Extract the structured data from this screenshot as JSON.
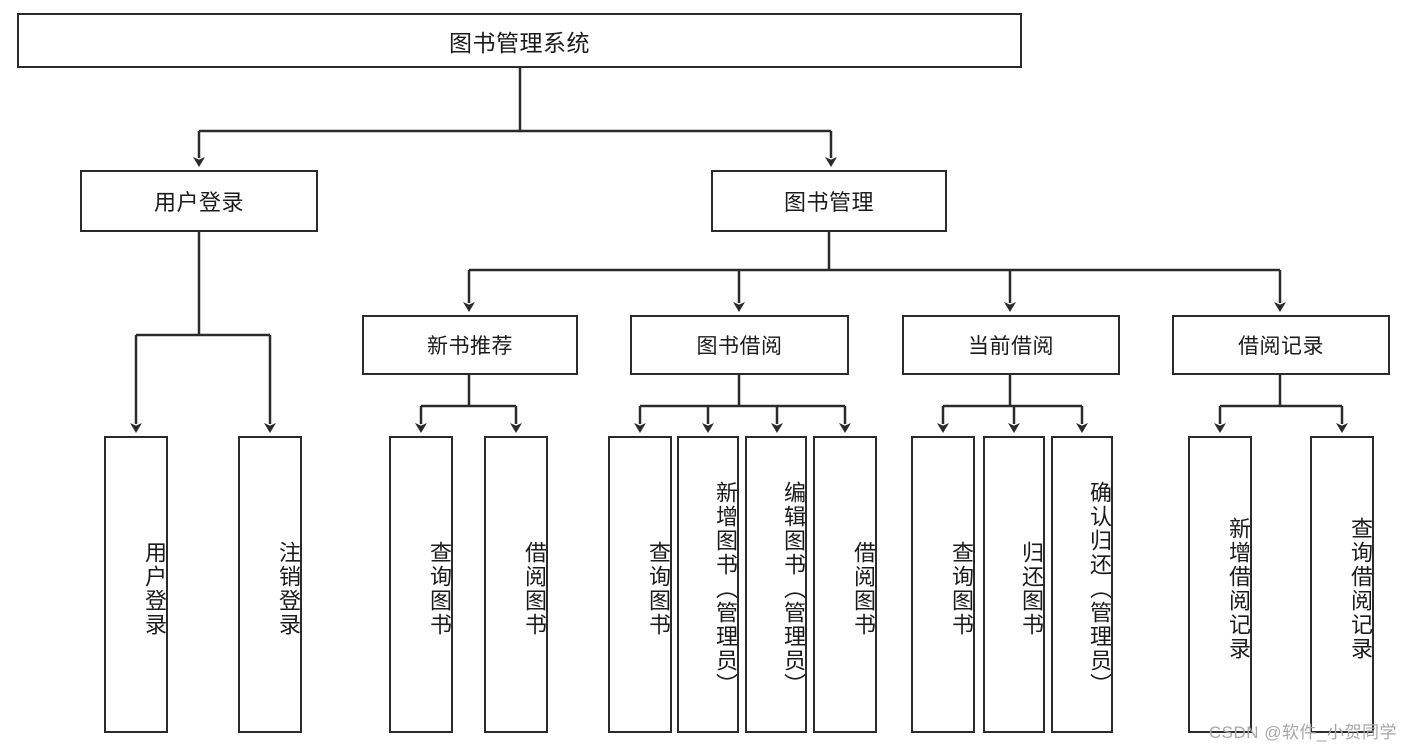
{
  "diagram": {
    "title": "图书管理系统",
    "type": "tree",
    "watermark": "CSDN @软件_小贺同学",
    "colors": {
      "stroke": "#2b2b2b",
      "fill": "#ffffff",
      "text": "#1b1b1b",
      "watermark": "#a7a7a7"
    },
    "root": {
      "label": "图书管理系统"
    },
    "level2": [
      {
        "label": "用户登录"
      },
      {
        "label": "图书管理"
      }
    ],
    "level3": [
      {
        "label": "新书推荐"
      },
      {
        "label": "图书借阅"
      },
      {
        "label": "当前借阅"
      },
      {
        "label": "借阅记录"
      }
    ],
    "leaves": [
      {
        "label": "用户登录",
        "parent": "用户登录"
      },
      {
        "label": "注销登录",
        "parent": "用户登录"
      },
      {
        "label": "查询图书",
        "parent": "新书推荐"
      },
      {
        "label": "借阅图书",
        "parent": "新书推荐"
      },
      {
        "label": "查询图书",
        "parent": "图书借阅"
      },
      {
        "label": "新增图书（管理员）",
        "parent": "图书借阅"
      },
      {
        "label": "编辑图书（管理员）",
        "parent": "图书借阅"
      },
      {
        "label": "借阅图书",
        "parent": "图书借阅"
      },
      {
        "label": "查询图书",
        "parent": "当前借阅"
      },
      {
        "label": "归还图书",
        "parent": "当前借阅"
      },
      {
        "label": "确认归还（管理员）",
        "parent": "当前借阅"
      },
      {
        "label": "新增借阅记录",
        "parent": "借阅记录"
      },
      {
        "label": "查询借阅记录",
        "parent": "借阅记录"
      }
    ]
  }
}
